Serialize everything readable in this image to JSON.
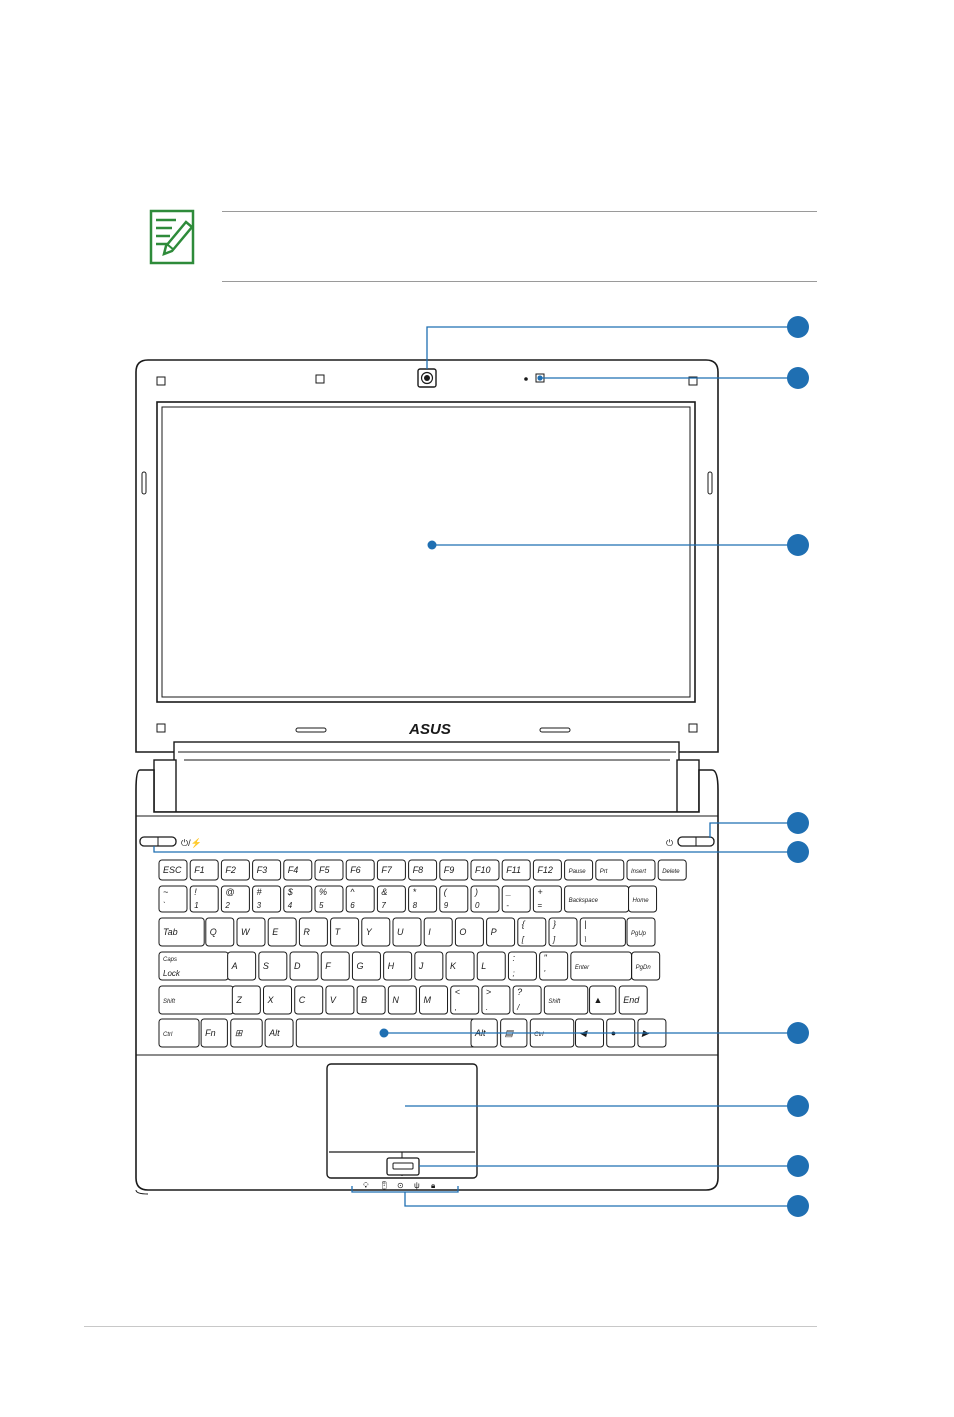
{
  "brand": {
    "logo_text": "ASUS"
  },
  "indicator_icons": {
    "power_charge": "power-charge-icon",
    "power_button": "power-button-icon",
    "status_lights": [
      "power-led-icon",
      "battery-charge-icon",
      "drive-activity-icon",
      "wireless-icon",
      "caps-lock-icon"
    ]
  },
  "note_icon": "note-pencil-icon",
  "callouts": [
    {
      "target": "camera"
    },
    {
      "target": "microphone"
    },
    {
      "target": "display-panel"
    },
    {
      "target": "power-switch"
    },
    {
      "target": "express-gate-key"
    },
    {
      "target": "keyboard"
    },
    {
      "target": "touchpad"
    },
    {
      "target": "touchpad-buttons"
    },
    {
      "target": "status-indicators"
    }
  ],
  "keyboard": {
    "rows": [
      [
        "ESC",
        "F1",
        "F2",
        "F3",
        "F4",
        "F5",
        "F6",
        "F7",
        "F8",
        "F9",
        "F10",
        "F11",
        "F12",
        "Pause Break",
        "Prt Sc SysRq",
        "Insert",
        "Delete"
      ],
      [
        "~ `",
        "! 1",
        "@ 2",
        "# 3",
        "$ 4",
        "% 5",
        "^ 6",
        "& 7",
        "* 8",
        "( 9",
        ") 0",
        "_ -",
        "+ =",
        "Backspace",
        "Home"
      ],
      [
        "Tab",
        "Q",
        "W",
        "E",
        "R",
        "T",
        "Y",
        "U",
        "I",
        "O",
        "P",
        "{ [",
        "} ]",
        "| \\",
        "PgUp"
      ],
      [
        "Caps Lock",
        "A",
        "S",
        "D",
        "F",
        "G",
        "H",
        "J",
        "K",
        "L",
        ": ;",
        "\" '",
        "Enter",
        "PgDn"
      ],
      [
        "Shift",
        "Z",
        "X",
        "C",
        "V",
        "B",
        "N",
        "M",
        "< ,",
        "> .",
        "? /",
        "Shift",
        "▲",
        "End"
      ],
      [
        "Ctrl",
        "Fn",
        "⊞",
        "Alt",
        "",
        "Alt",
        "▤",
        "Ctrl",
        "◀",
        "●",
        "▶"
      ]
    ]
  },
  "colors": {
    "accent": "#1f6fb2",
    "outline": "#1a1a1a",
    "note_green": "#2e8b3a",
    "rule": "#9a9a9a"
  }
}
